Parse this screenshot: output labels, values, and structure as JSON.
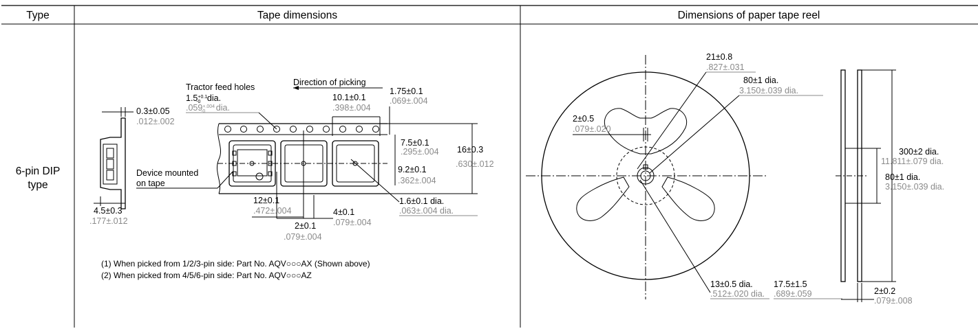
{
  "table": {
    "headers": {
      "type": "Type",
      "tape": "Tape dimensions",
      "reel": "Dimensions of paper tape reel"
    },
    "row_type": {
      "line1": "6-pin DIP",
      "line2": "type"
    }
  },
  "tape": {
    "tractor_label": "Tractor feed holes",
    "tractor_dim_base": "1.5",
    "tractor_dim_tol_upper": "+0.1",
    "tractor_dim_tol_lower": "-0",
    "tractor_dim_suffix": " dia.",
    "tractor_inch_base": ".059",
    "tractor_inch_tol_upper": "+.004",
    "tractor_inch_tol_lower": "-0",
    "tractor_inch_suffix": " dia.",
    "direction_label": "Direction of picking",
    "pitch_mm": "10.1±0.1",
    "pitch_in": ".398±.004",
    "edge_mm": "1.75±0.1",
    "edge_in": ".069±.004",
    "thick_mm": "0.3±0.05",
    "thick_in": ".012±.002",
    "pocket_mm": "7.5±0.1",
    "pocket_in": ".295±.004",
    "width_mm": "16±0.3",
    "width_in": ".630±.012",
    "cavity_mm": "9.2±0.1",
    "cavity_in": ".362±.004",
    "device_line1": "Device mounted",
    "device_line2": "on tape",
    "hole_mm": "1.6±0.1 dia.",
    "hole_in": ".063±.004 dia.",
    "pitch12_mm": "12±0.1",
    "pitch12_in": ".472±.004",
    "p4_mm": "4±0.1",
    "p4_in": ".079±.004",
    "p2_mm": "2±0.1",
    "p2_in": ".079±.004",
    "depth_mm": "4.5±0.3",
    "depth_in": ".177±.012",
    "note1": "(1) When picked from 1/2/3-pin side: Part No. AQV○○○AX (Shown above)",
    "note2": "(2) When picked from 4/5/6-pin side: Part No. AQV○○○AZ"
  },
  "reel": {
    "d21_mm": "21±0.8",
    "d21_in": ".827±.031",
    "d80_mm": "80±1 dia.",
    "d80_in": "3.150±.039 dia.",
    "d2_mm": "2±0.5",
    "d2_in": ".079±.020",
    "d13_mm": "13±0.5 dia.",
    "d13_in": ".512±.020 dia.",
    "d175_mm": "17.5±1.5",
    "d175_in": ".689±.059",
    "side_300_mm": "300±2 dia.",
    "side_300_in": "11.811±.079 dia.",
    "side_80_mm": "80±1 dia.",
    "side_80_in": "3.150±.039 dia.",
    "side_2_mm": "2±0.2",
    "side_2_in": ".079±.008"
  }
}
